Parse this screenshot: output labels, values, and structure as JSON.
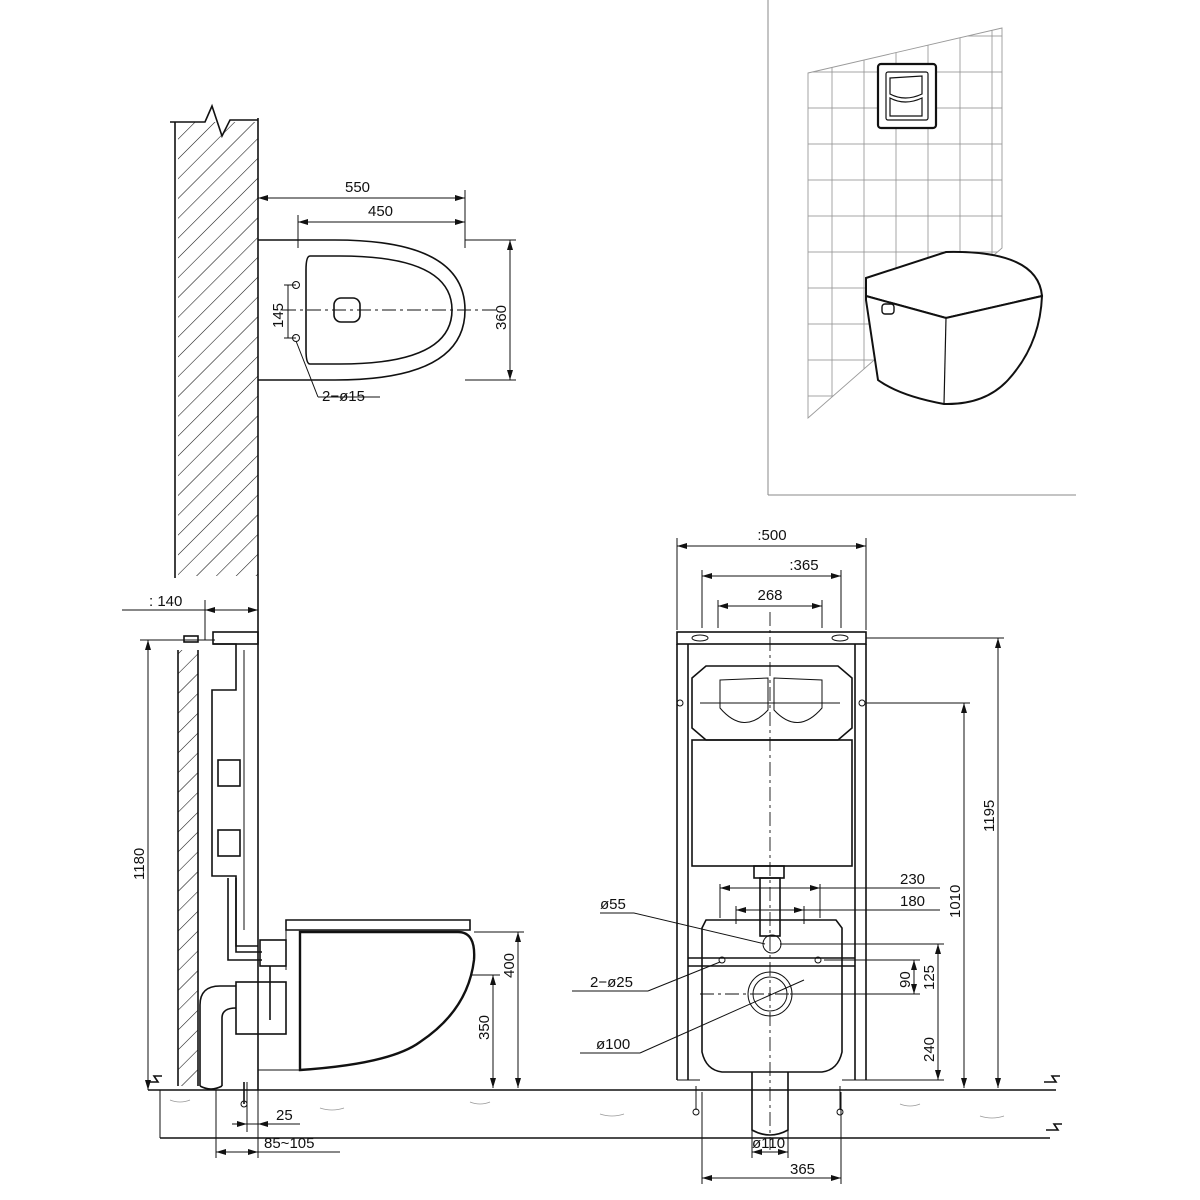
{
  "top_view": {
    "width_outer": "550",
    "width_inner": "450",
    "depth": "360",
    "bolt_spacing": "145",
    "bolt_holes": "2−ø15"
  },
  "side_view": {
    "frame_offset": " : 140",
    "total_height": "1180",
    "bowl_top": "400",
    "bowl_height": "350",
    "pipe_offset": "25",
    "pipe_range": "85~105"
  },
  "front_view": {
    "frame_width": ":500",
    "frame_inner": ":365",
    "plate_width": "268",
    "frame_height": "1195",
    "plate_height": "1010",
    "bolt_span_outer": "230",
    "bolt_span_inner": "180",
    "inlet": "ø55",
    "bolt_holes": "2−ø25",
    "outlet": "ø100",
    "inlet_offset": "125",
    "bolt_offset": "90",
    "outlet_height": "240",
    "drain": "ø110",
    "drain_span": "365"
  },
  "icons": [
    "wall-hatch-icon",
    "toilet-icon",
    "flush-plate-icon",
    "drain-pipe-icon"
  ]
}
